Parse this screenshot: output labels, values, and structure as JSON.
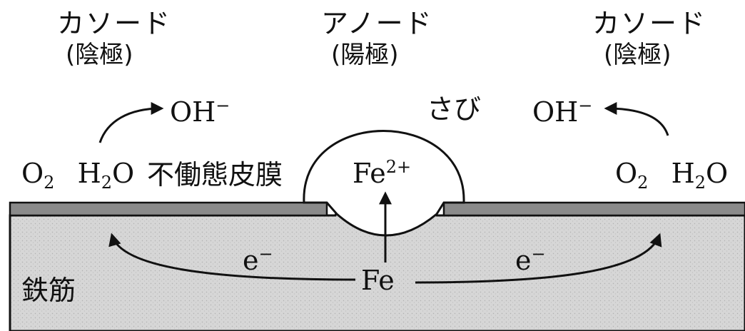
{
  "labels": {
    "cathode_left": "カソード",
    "cathode_left_sub": "(陰極)",
    "anode": "アノード",
    "anode_sub": "(陽極)",
    "cathode_right": "カソード",
    "cathode_right_sub": "(陰極)",
    "oh_left": "OH",
    "oh_left_charge": "−",
    "oh_right": "OH",
    "oh_right_charge": "−",
    "rust": "さび",
    "o2_left": "O",
    "o2_left_sub": "2",
    "h2o_left_h": "H",
    "h2o_left_sub": "2",
    "h2o_left_o": "O",
    "passive_film": "不働態皮膜",
    "fe2_ion": "Fe",
    "fe2_ion_charge": "2+",
    "o2_right": "O",
    "o2_right_sub": "2",
    "h2o_right_h": "H",
    "h2o_right_sub": "2",
    "h2o_right_o": "O",
    "electron_left": "e",
    "electron_left_charge": "−",
    "electron_right": "e",
    "electron_right_charge": "−",
    "iron": "Fe",
    "rebar": "鉄筋"
  },
  "colors": {
    "film": "#8a8a8a",
    "rebar_fill": "#d4d4d4",
    "line": "#111111"
  }
}
